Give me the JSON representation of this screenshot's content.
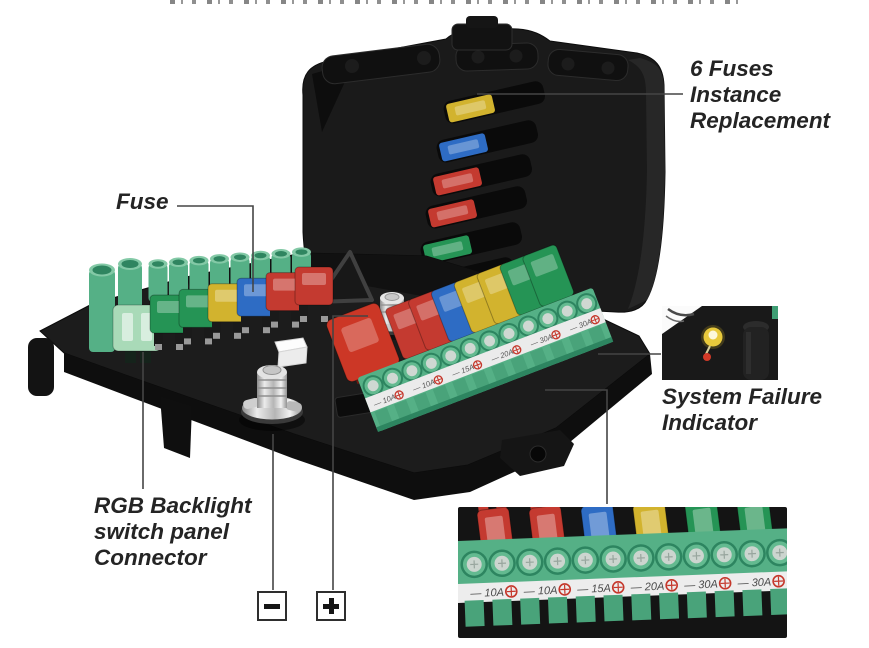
{
  "page": {
    "background": "#ffffff"
  },
  "annotations": {
    "fuse": {
      "label": "Fuse"
    },
    "six_fuses": {
      "lines": [
        "6 Fuses",
        "Instance",
        "Replacement"
      ]
    },
    "system_failure": {
      "lines": [
        "System Failure",
        "Indicator"
      ]
    },
    "rgb_backlight": {
      "lines": [
        "RGB Backlight",
        "switch panel",
        "Connector"
      ]
    },
    "negative_symbol": "−",
    "positive_symbol": "+"
  },
  "product": {
    "terminal_color": "#55b086",
    "lid_spare_fuses": [
      {
        "name": "yellow",
        "color": "#d2b32e"
      },
      {
        "name": "blue",
        "color": "#2e6cc4"
      },
      {
        "name": "red",
        "color": "#c43a30"
      },
      {
        "name": "red",
        "color": "#c43a30"
      },
      {
        "name": "green",
        "color": "#259455"
      },
      {
        "name": "green",
        "color": "#259455"
      }
    ],
    "left_fuse_row": {
      "maxi_fuse_color": "#a9dab8",
      "fuses": [
        "#259455",
        "#259455",
        "#d2b32e",
        "#2e6cc4",
        "#c43a30",
        "#c43a30"
      ]
    },
    "right_fuse_row": {
      "maxi_fuse_color": "#cc3726",
      "fuses": [
        "#c43a30",
        "#c43a30",
        "#2e6cc4",
        "#d2b32e",
        "#d2b32e",
        "#259455",
        "#259455"
      ]
    },
    "failure_indicator": {
      "led_color": "#e8c93c",
      "warning_color": "#d23a28"
    }
  },
  "inset_detail": {
    "strip_labels": [
      "10A",
      "10A",
      "15A",
      "20A",
      "30A",
      "30A"
    ],
    "fuse_colors": [
      "#c43a30",
      "#c43a30",
      "#2e6cc4",
      "#d2b32e",
      "#259455",
      "#259455"
    ]
  }
}
